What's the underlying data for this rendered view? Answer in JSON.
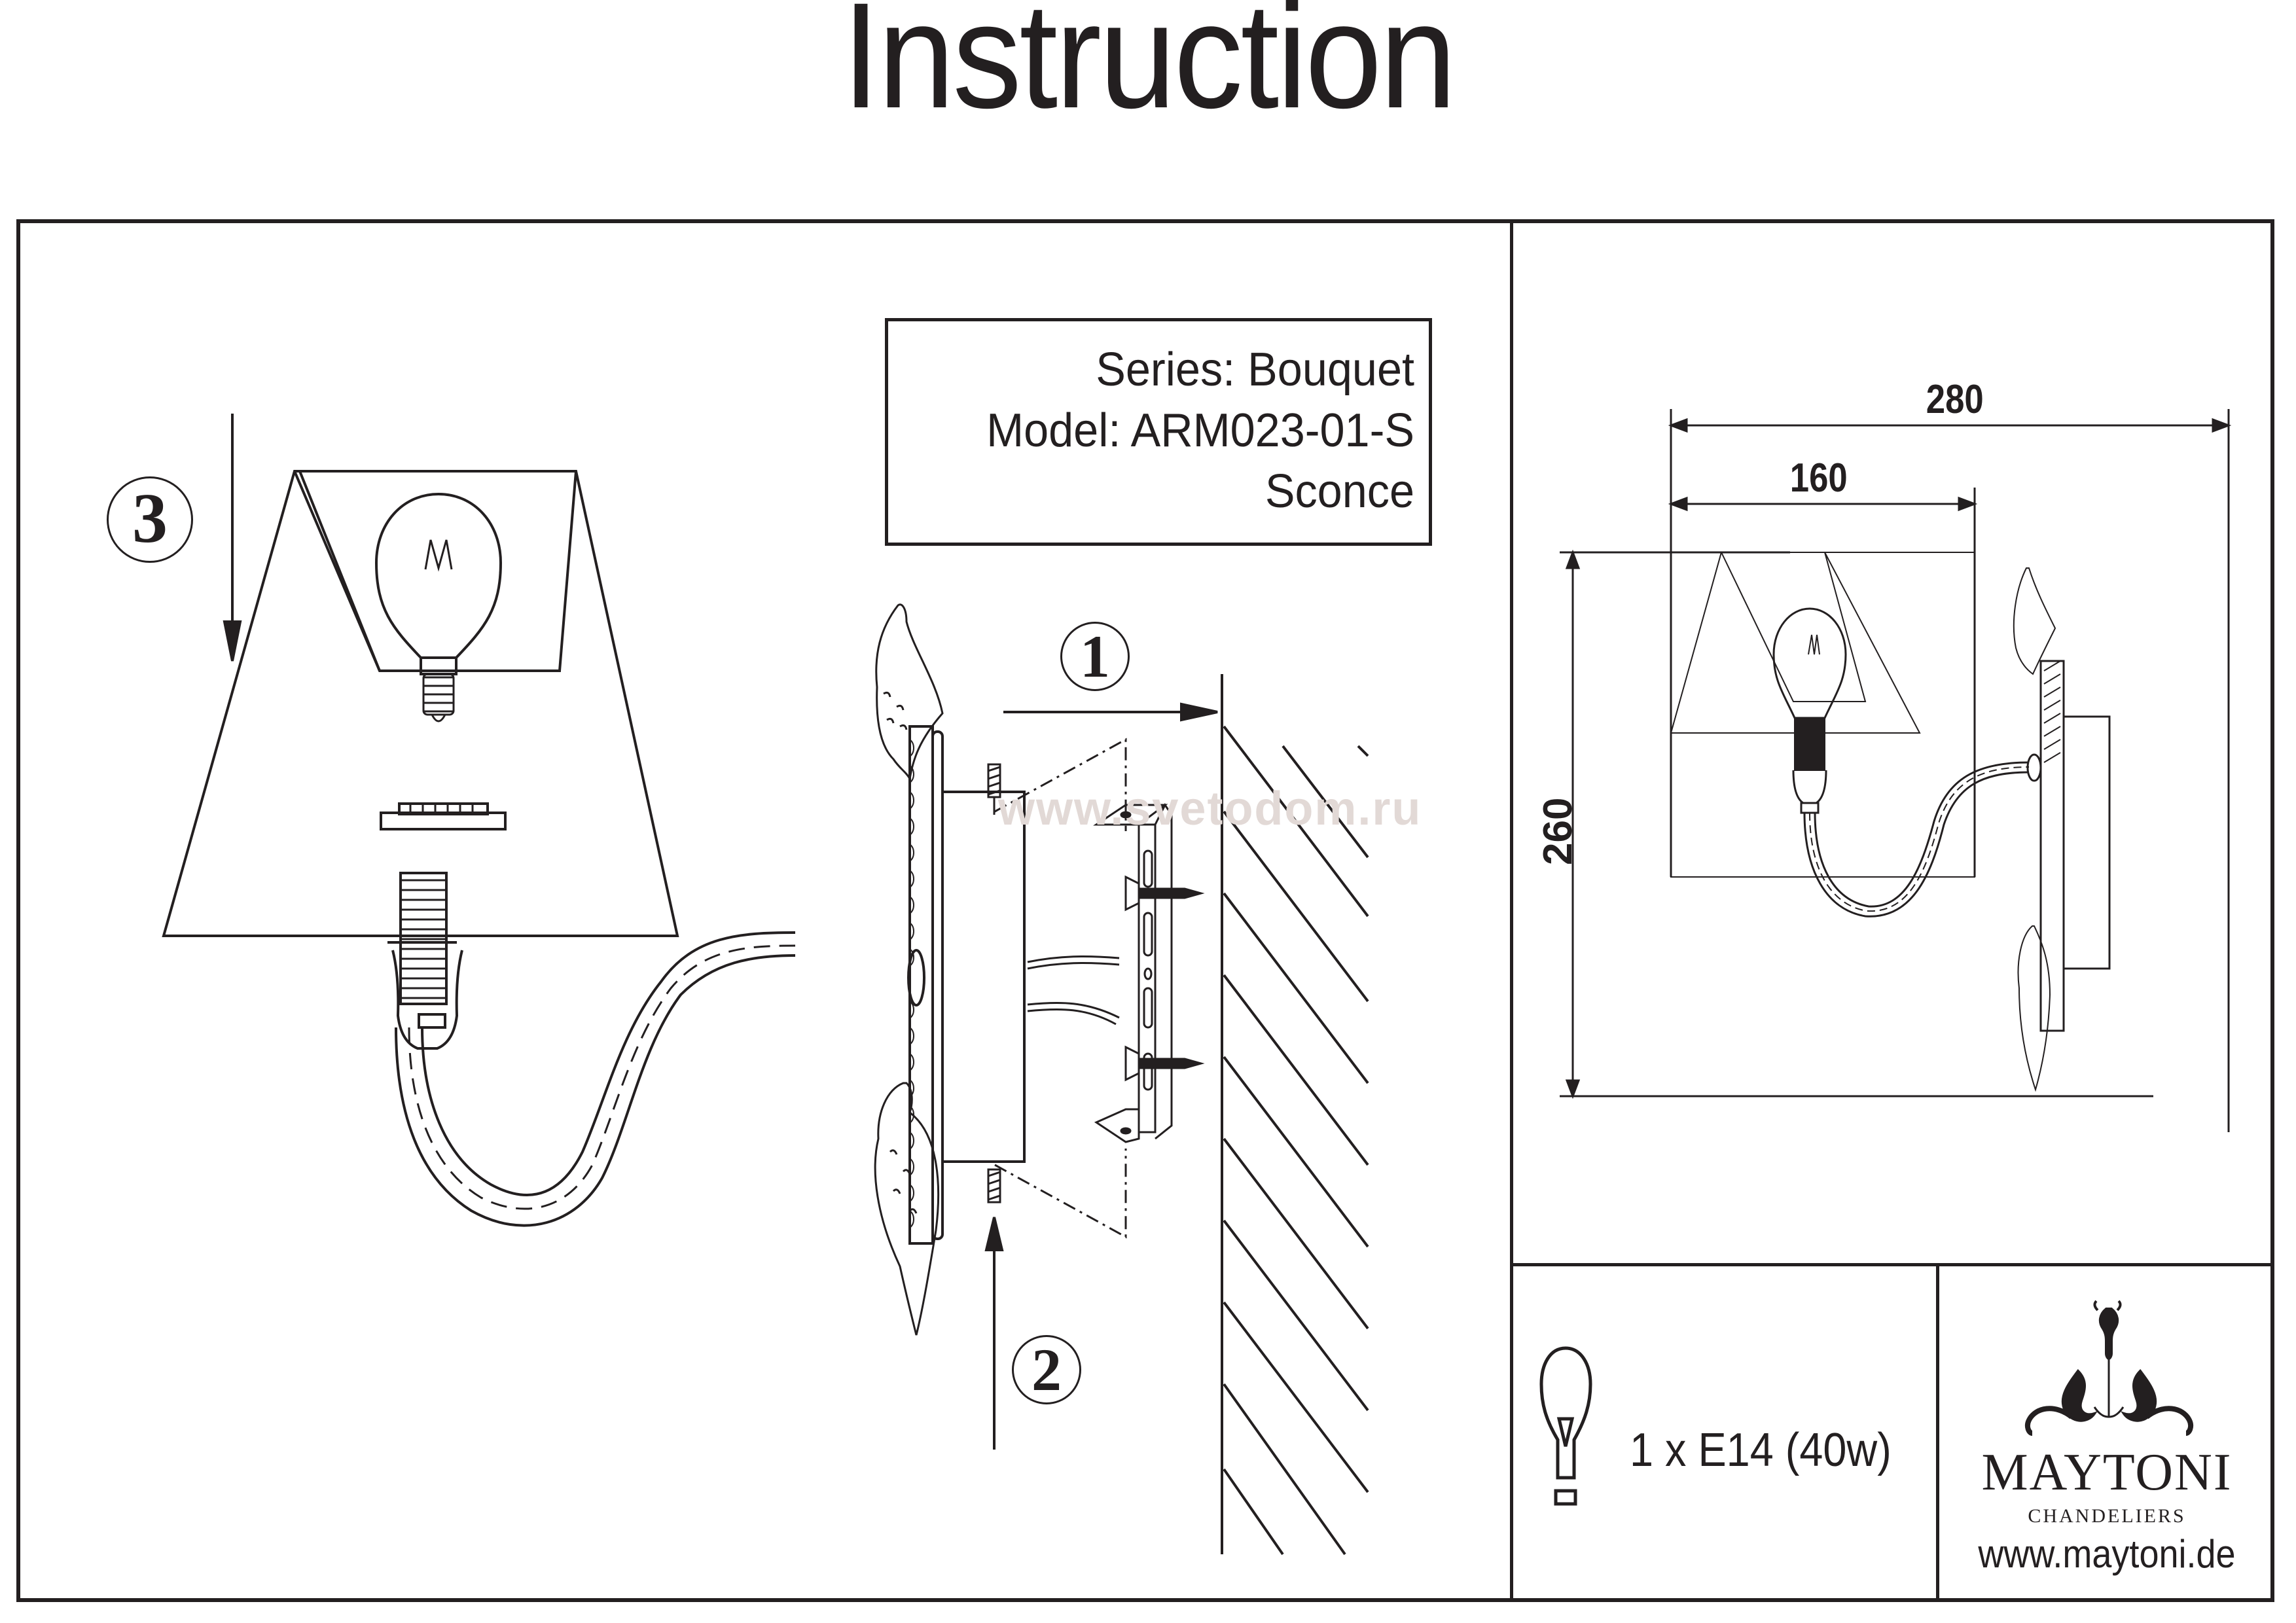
{
  "document": {
    "title": "Instruction",
    "watermark": "www.svetodom.ru"
  },
  "product_info": {
    "series": "Series: Bouquet",
    "model": "Model: ARM023-01-S",
    "type": "Sconce"
  },
  "assembly_steps": [
    {
      "number": "1",
      "description": "mount bracket to wall (arrow toward wall)"
    },
    {
      "number": "2",
      "description": "fix canopy with screws (arrow upward)"
    },
    {
      "number": "3",
      "description": "install lampshade (arrow downward)"
    }
  ],
  "dimensions": {
    "overall_width": "280",
    "shade_width": "160",
    "height": "260"
  },
  "bulb": {
    "icon": "light-bulb-icon",
    "spec": "1 x E14 (40w)"
  },
  "brand": {
    "logo": "chandelier-logo-icon",
    "name": "MAYTONI",
    "subtitle": "CHANDELIERS",
    "website": "www.maytoni.de"
  },
  "colors": {
    "ink": "#231f20",
    "watermark": "#e2d9d6",
    "background": "#ffffff"
  }
}
